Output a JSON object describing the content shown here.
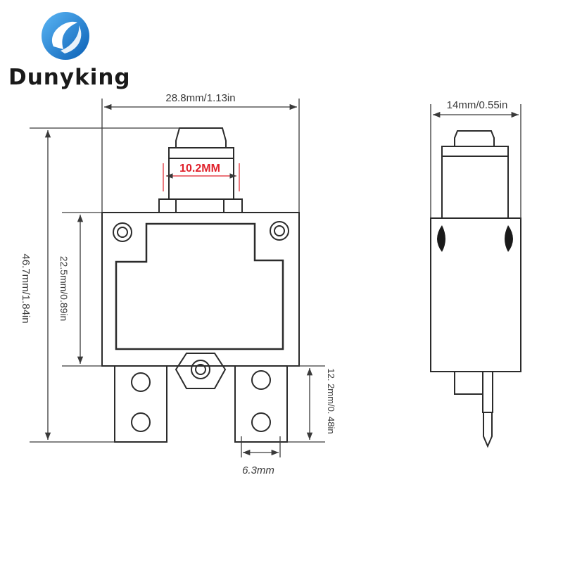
{
  "brand": {
    "name": "Dunyking",
    "logo_icon": "water-drop-circle-icon",
    "logo_colors": {
      "light": "#4aa8f0",
      "dark": "#0a5fb5"
    }
  },
  "front_view": {
    "width_label": "28.8mm/1.13in",
    "height_label": "46.7mm/1.84in",
    "body_height_label": "22.5mm/0.89in",
    "button_width_label": "10.2MM",
    "terminal_length_label": "12. 2mm/0. 48in",
    "terminal_width_label": "6.3mm"
  },
  "side_view": {
    "width_label": "14mm/0.55in"
  },
  "colors": {
    "line": "#2b2b2b",
    "dim_line": "#3a3a3a",
    "highlight": "#e0202a"
  }
}
